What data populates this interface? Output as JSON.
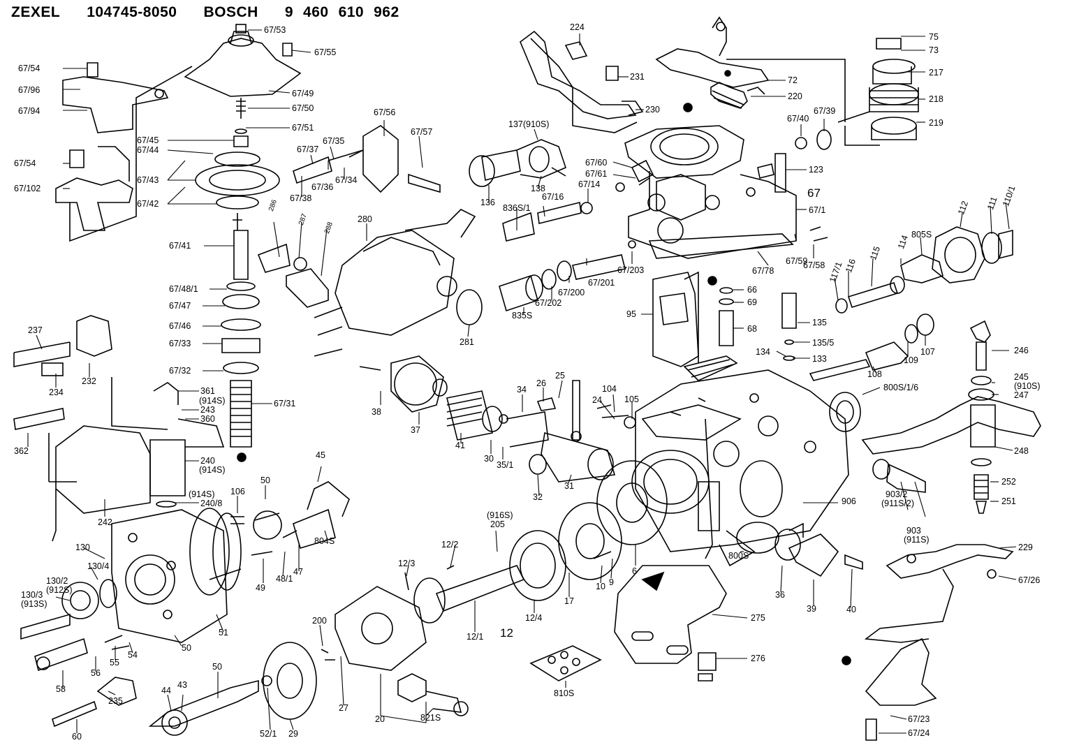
{
  "header": {
    "brand1": "ZEXEL",
    "code1": "104745-8050",
    "brand2": "BOSCH",
    "code2a": "9",
    "code2b": "460",
    "code2c": "610",
    "code2d": "962"
  },
  "labels": {
    "p67_53": "67/53",
    "p67_55": "67/55",
    "p67_54a": "67/54",
    "p67_96": "67/96",
    "p67_94": "67/94",
    "p67_49": "67/49",
    "p67_50": "67/50",
    "p67_51": "67/51",
    "p67_45": "67/45",
    "p67_44": "67/44",
    "p67_43": "67/43",
    "p67_42": "67/42",
    "p67_54b": "67/54",
    "p67_102": "67/102",
    "p67_41": "67/41",
    "p67_48_1": "67/48/1",
    "p67_47": "67/47",
    "p67_46": "67/46",
    "p67_33": "67/33",
    "p67_32": "67/32",
    "p67_31": "67/31",
    "p67_37": "67/37",
    "p67_35": "67/35",
    "p67_36": "67/36",
    "p67_34": "67/34",
    "p67_38": "67/38",
    "p67_56": "67/56",
    "p67_57": "67/57",
    "p286": "286",
    "p287": "287",
    "p288": "288",
    "p280": "280",
    "p281": "281",
    "p237": "237",
    "p234": "234",
    "p232": "232",
    "p362": "362",
    "p361": "361",
    "p914s_a": "(914S)",
    "p243": "243",
    "p360": "360",
    "p240": "240",
    "p914s_b": "(914S)",
    "p914s_c": "(914S)",
    "p240_8": "240/8",
    "p242": "242",
    "p106": "106",
    "p50a": "50",
    "p45": "45",
    "p804s": "804S",
    "p49": "49",
    "p48_1": "48/1",
    "p47": "47",
    "p130": "130",
    "p130_4": "130/4",
    "p130_2": "130/2",
    "p912s": "(912S)",
    "p130_3": "130/3",
    "p913s": "(913S)",
    "p50b": "50",
    "p51": "51",
    "p55": "55",
    "p54": "54",
    "p56": "56",
    "p58": "58",
    "p235": "235",
    "p60": "60",
    "p44": "44",
    "p43": "43",
    "p50c": "50",
    "p52_1": "52/1",
    "p29": "29",
    "p200": "200",
    "p27": "27",
    "p20": "20",
    "p821s": "821S",
    "p12_1": "12/1",
    "p12": "12",
    "p12_2": "12/2",
    "p12_3": "12/3",
    "p12_4": "12/4",
    "p916s": "(916S)",
    "p205": "205",
    "p17": "17",
    "p10": "10",
    "p9": "9",
    "p6": "6",
    "p38": "38",
    "p37": "37",
    "p41": "41",
    "p30": "30",
    "p35_1": "35/1",
    "p34": "34",
    "p26": "26",
    "p25": "25",
    "p24": "24",
    "p104": "104",
    "p105": "105",
    "p31": "31",
    "p32": "32",
    "p224": "224",
    "p231": "231",
    "p230": "230",
    "p137": "137(910S)",
    "p138": "138",
    "p136": "136",
    "p836s_1": "836S/1",
    "p67_16": "67/16",
    "p67_14": "67/14",
    "p67_60": "67/60",
    "p67_61": "67/61",
    "p835s": "835S",
    "p67_202": "67/202",
    "p67_200": "67/200",
    "p67_201": "67/201",
    "p67_203": "67/203",
    "p72": "72",
    "p220": "220",
    "p67_40": "67/40",
    "p67_39": "67/39",
    "p123": "123",
    "p67": "67",
    "p67_1": "67/1",
    "p67_59": "67/59",
    "p67_58": "67/58",
    "p67_78": "67/78",
    "p75": "75",
    "p73": "73",
    "p217": "217",
    "p218": "218",
    "p219": "219",
    "p66": "66",
    "p69": "69",
    "p68": "68",
    "p95": "95",
    "p135": "135",
    "p135_5": "135/5",
    "p134": "134",
    "p133": "133",
    "p108": "108",
    "p109": "109",
    "p107": "107",
    "p112": "112",
    "p111": "111",
    "p110_1": "110/1",
    "p805s": "805S",
    "p115": "115",
    "p114": "114",
    "p116": "116",
    "p117_1": "117/1",
    "p800s_1_6": "800S/1/6",
    "p246": "246",
    "p245": "245",
    "p910s": "(910S)",
    "p247": "247",
    "p248": "248",
    "p252": "252",
    "p251": "251",
    "p903_2": "903/2",
    "p911s_2": "(911S/2)",
    "p903": "903",
    "p911s": "(911S)",
    "p906": "906",
    "p800s": "800S",
    "p36": "36",
    "p39": "39",
    "p40": "40",
    "p229": "229",
    "p67_26": "67/26",
    "p275": "275",
    "p276": "276",
    "p810s": "810S",
    "p67_23": "67/23",
    "p67_24": "67/24"
  }
}
